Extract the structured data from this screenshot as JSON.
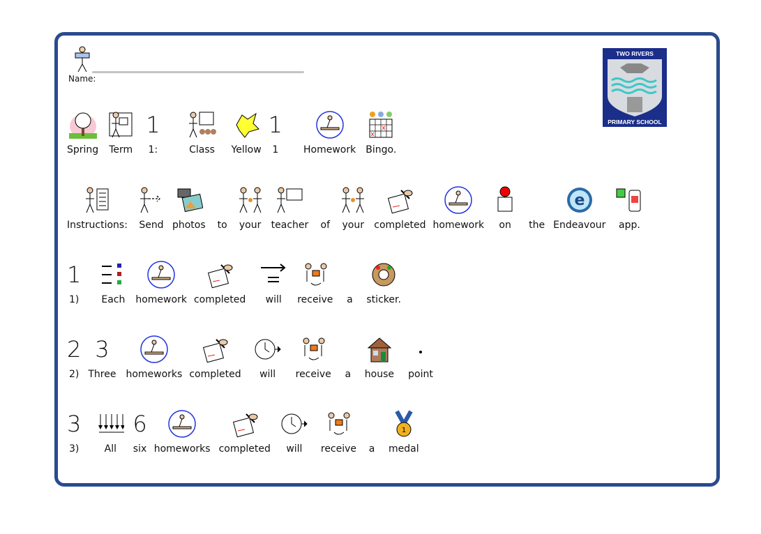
{
  "header": {
    "name_label": "Name:"
  },
  "logo": {
    "top_text": "TWO RIVERS",
    "bottom_text": "PRIMARY SCHOOL"
  },
  "rows": [
    [
      {
        "label": "Spring",
        "icon": "spring"
      },
      {
        "label": "Term",
        "icon": "term"
      },
      {
        "label": "1:",
        "glyph": "1"
      },
      {
        "label": "Class",
        "icon": "class"
      },
      {
        "label": "Yellow",
        "icon": "yellow"
      },
      {
        "label": "1",
        "glyph": "1"
      },
      {
        "label": "Homework",
        "icon": "homework"
      },
      {
        "label": "Bingo.",
        "icon": "bingo"
      }
    ],
    [
      {
        "label": "Instructions:",
        "icon": "instructions"
      },
      {
        "label": "Send",
        "icon": "send"
      },
      {
        "label": "photos",
        "icon": "photos"
      },
      {
        "label": "to"
      },
      {
        "label": "your",
        "icon": "your"
      },
      {
        "label": "teacher",
        "icon": "teacher"
      },
      {
        "label": "of"
      },
      {
        "label": "your",
        "icon": "your"
      },
      {
        "label": "completed",
        "icon": "completed"
      },
      {
        "label": "homework",
        "icon": "homework"
      },
      {
        "label": "on",
        "icon": "on"
      },
      {
        "label": "the"
      },
      {
        "label": "Endeavour",
        "icon": "endeavour"
      },
      {
        "label": "app.",
        "icon": "app"
      }
    ],
    [
      {
        "label": "1)",
        "glyph": "1"
      },
      {
        "label": "Each",
        "icon": "each"
      },
      {
        "label": "homework",
        "icon": "homework"
      },
      {
        "label": "completed",
        "icon": "completed"
      },
      {
        "label": "will",
        "icon": "will"
      },
      {
        "label": "receive",
        "icon": "receive"
      },
      {
        "label": "a"
      },
      {
        "label": "sticker.",
        "icon": "sticker"
      }
    ],
    [
      {
        "label": "2)",
        "glyph": "2"
      },
      {
        "label": "Three",
        "glyph": "3"
      },
      {
        "label": "homeworks",
        "icon": "homework"
      },
      {
        "label": "completed",
        "icon": "completed"
      },
      {
        "label": "will",
        "icon": "clock"
      },
      {
        "label": "receive",
        "icon": "receive"
      },
      {
        "label": "a"
      },
      {
        "label": "house",
        "icon": "house"
      },
      {
        "label": "point",
        "icon": "dot"
      }
    ],
    [
      {
        "label": "3)",
        "glyph": "3"
      },
      {
        "label": "All",
        "icon": "all"
      },
      {
        "label": "six",
        "glyph": "6"
      },
      {
        "label": "homeworks",
        "icon": "homework"
      },
      {
        "label": "completed",
        "icon": "completed"
      },
      {
        "label": "will",
        "icon": "clock"
      },
      {
        "label": "receive",
        "icon": "receive"
      },
      {
        "label": "a"
      },
      {
        "label": "medal",
        "icon": "medal"
      }
    ]
  ]
}
